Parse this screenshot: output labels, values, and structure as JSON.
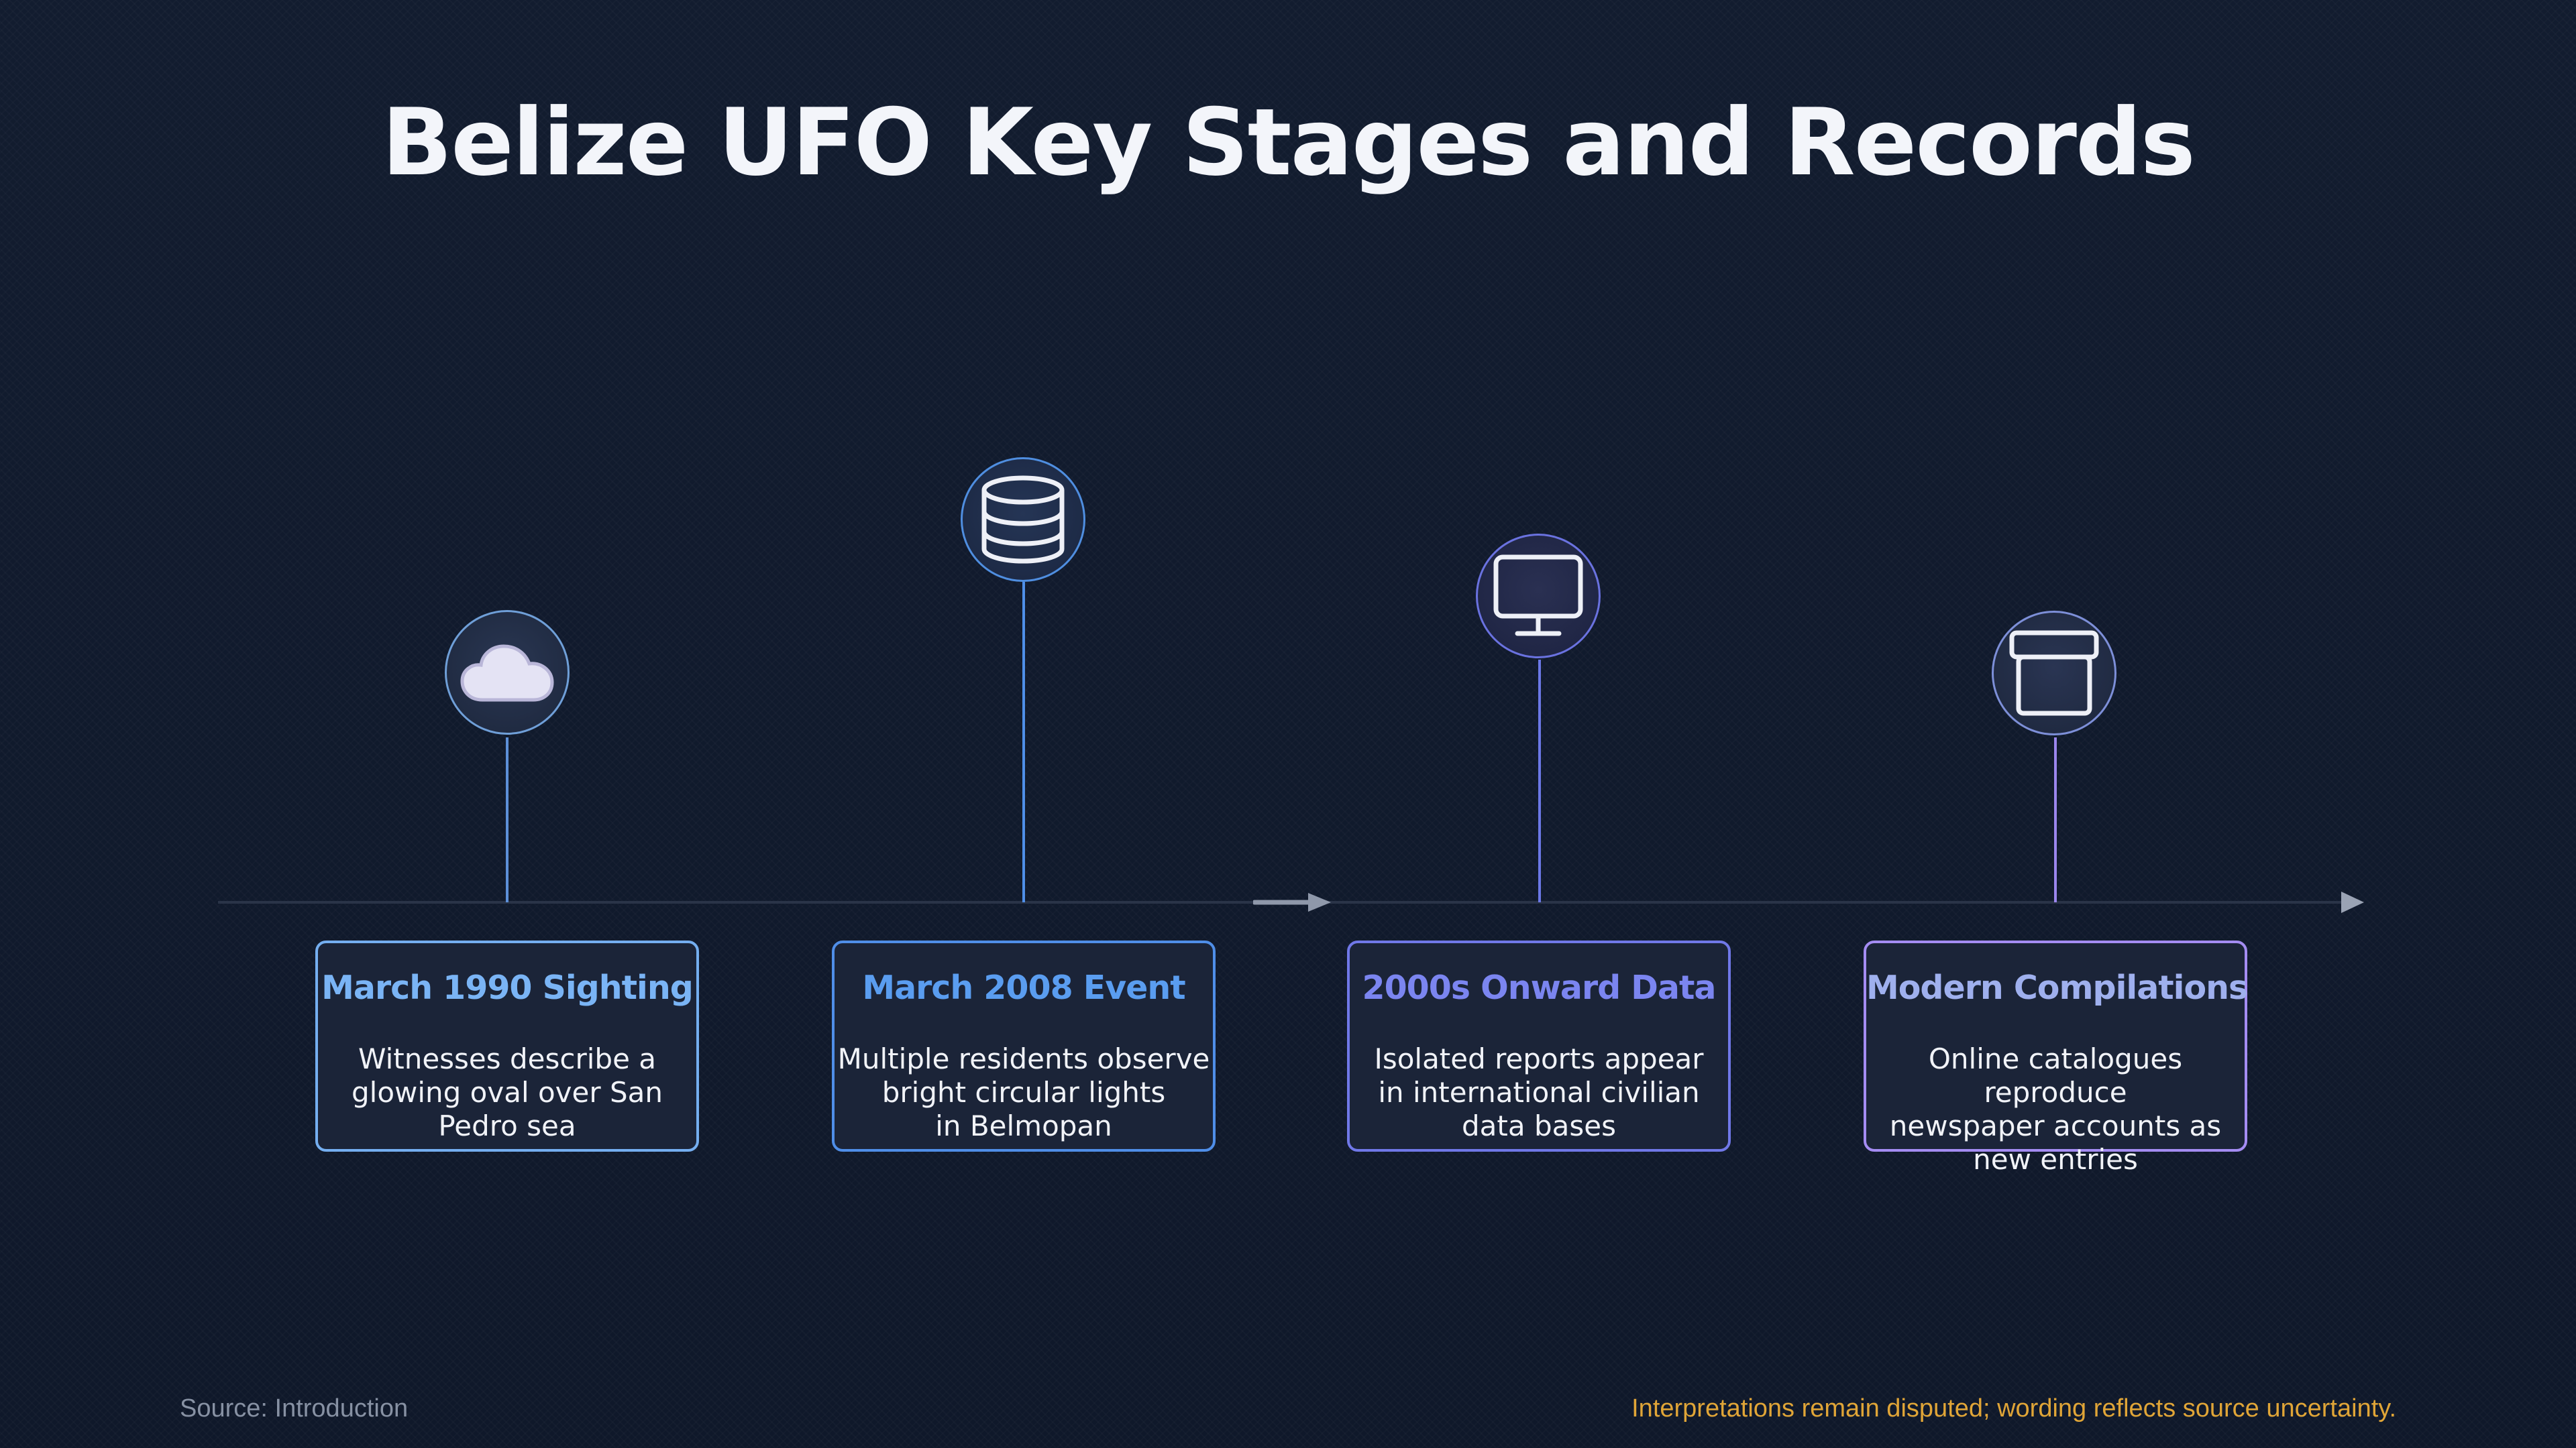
{
  "title": "Belize UFO Key Stages and Records",
  "colors": {
    "background": "#111a2c",
    "axis": "#2a3448",
    "blue": "#7ab4f5",
    "blue_mid": "#5a9df0",
    "indigo": "#7b85f0",
    "violet": "#a48cf2",
    "note": "#e0a537"
  },
  "stages": [
    {
      "title": "March 1990 Sighting",
      "description": "Witnesses describe a\nglowing oval over San\nPedro sea",
      "icon": "cloud-icon",
      "color": "#7ab4f5"
    },
    {
      "title": "March 2008 Event",
      "description": "Multiple residents observe\nbright circular lights\nin Belmopan",
      "icon": "database-icon",
      "color": "#5a9df0"
    },
    {
      "title": "2000s Onward Data",
      "description": "Isolated reports appear\nin international civilian\ndata bases",
      "icon": "monitor-icon",
      "color": "#7b85f0"
    },
    {
      "title": "Modern Compilations",
      "description": "Online catalogues reproduce\nnewspaper accounts as\nnew entries",
      "icon": "archive-box-icon",
      "color": "#a48cf2"
    }
  ],
  "footer": {
    "source": "Source: Introduction",
    "note": "Interpretations remain disputed; wording reflects source uncertainty."
  }
}
